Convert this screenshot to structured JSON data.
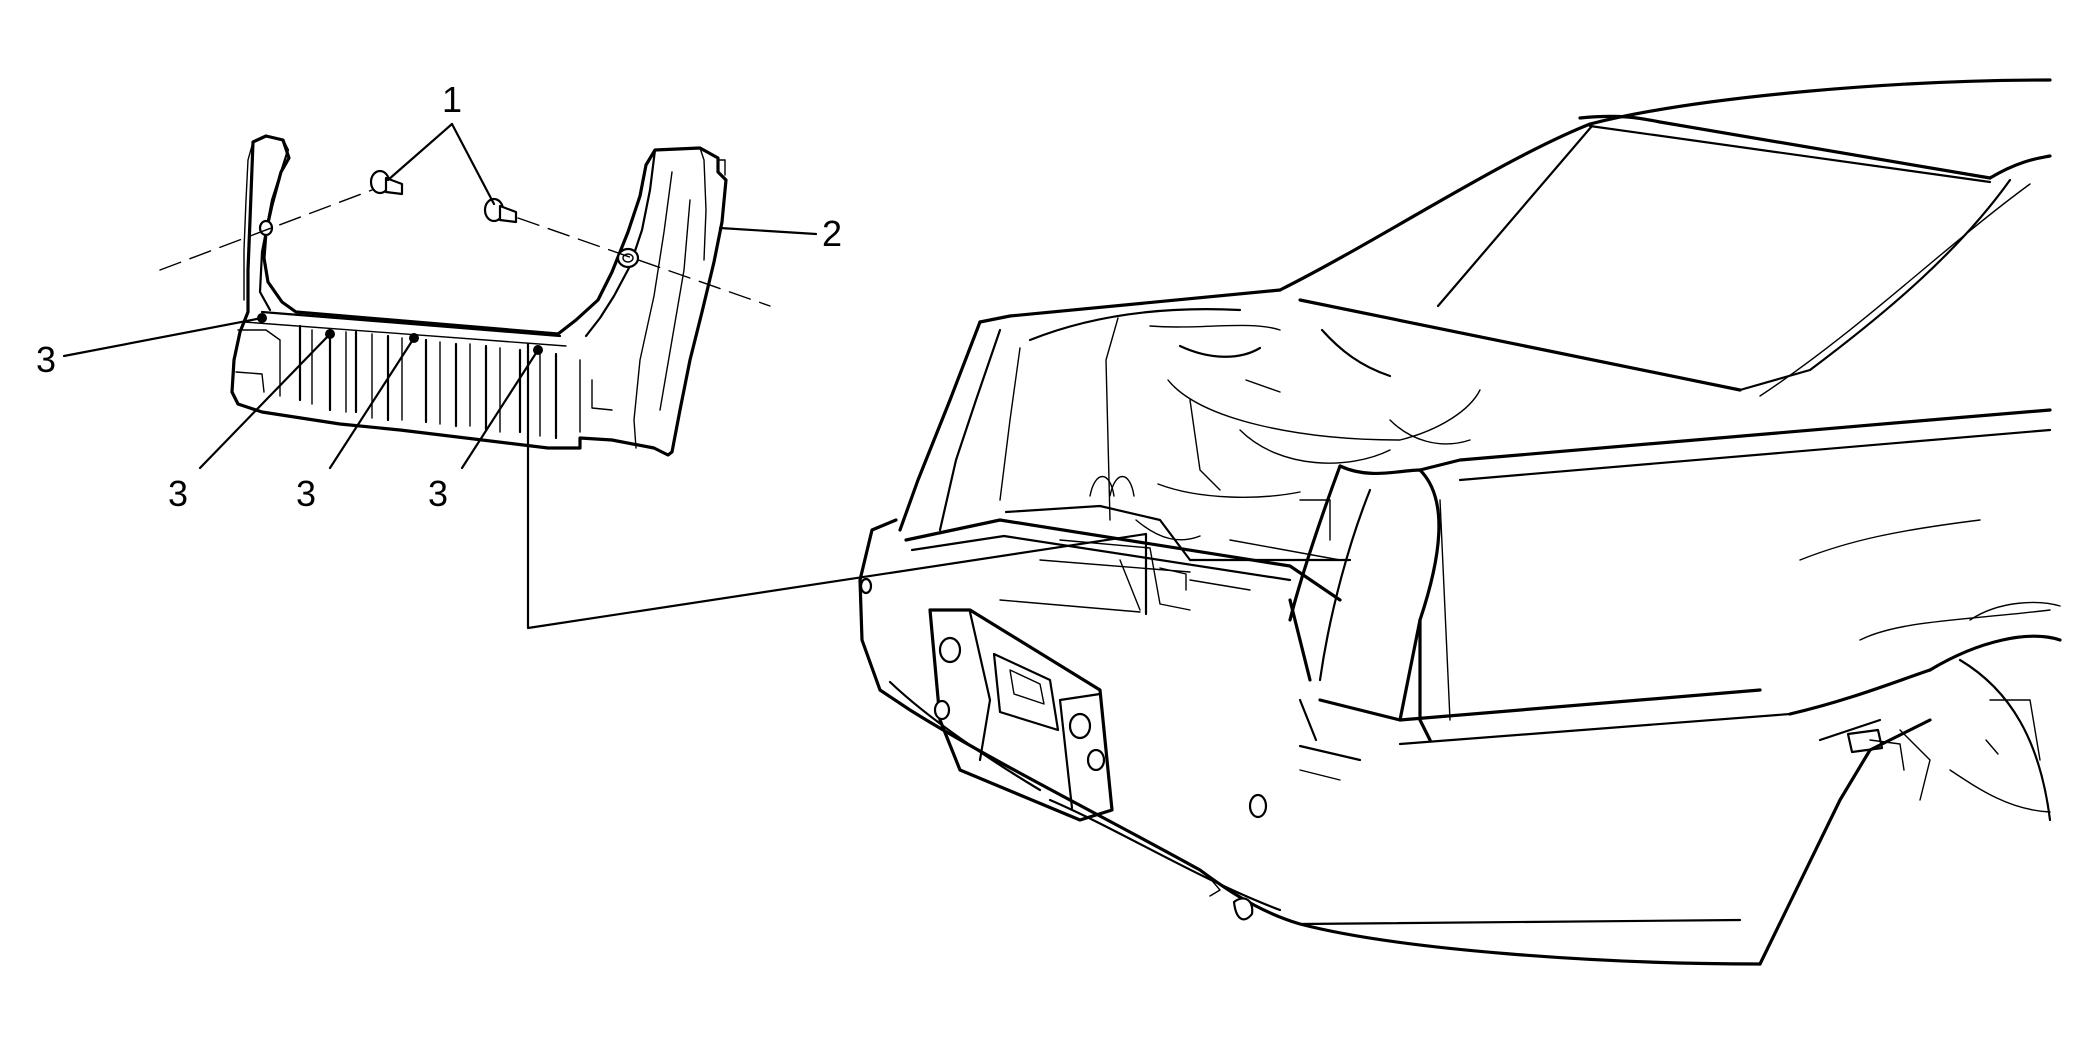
{
  "callouts": {
    "fastener_push_pins": "1",
    "trim_panel": "2",
    "retainer_clips": "3"
  }
}
